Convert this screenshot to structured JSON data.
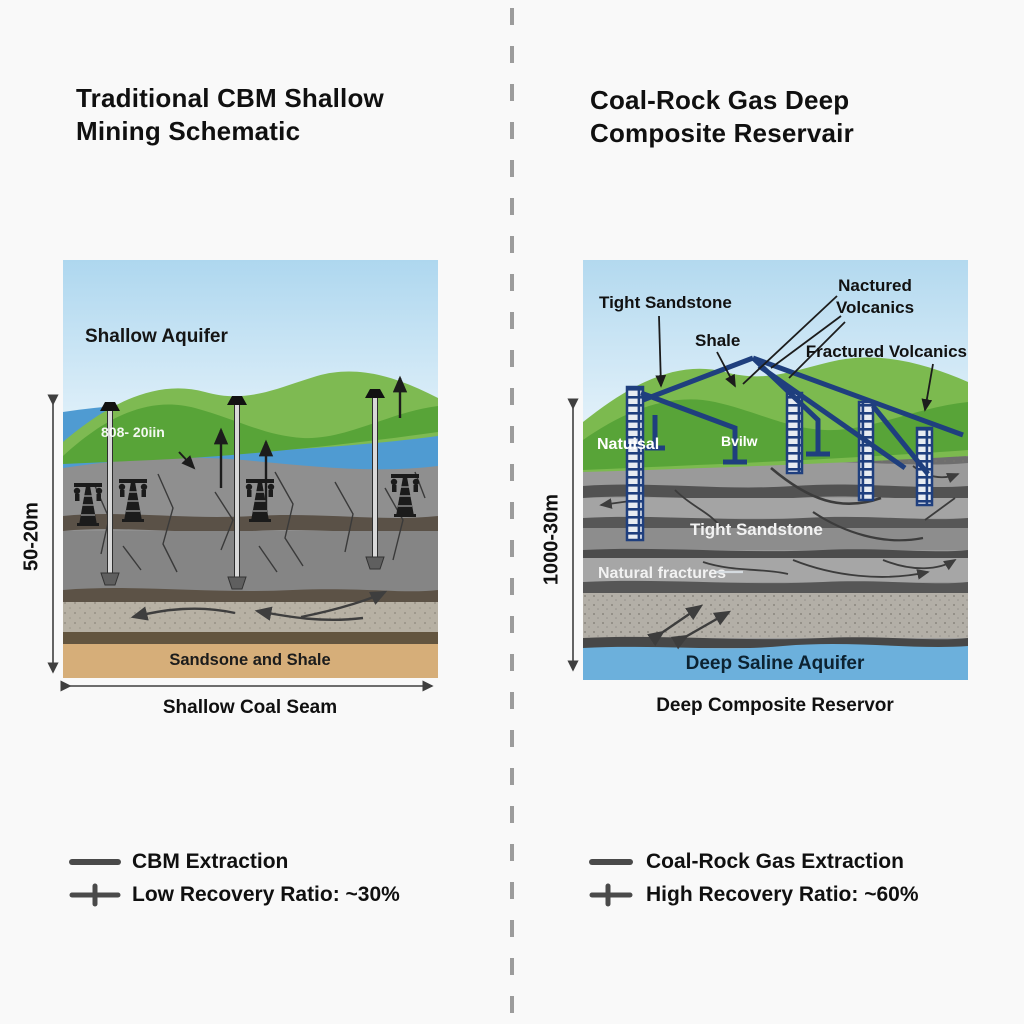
{
  "left": {
    "title": "Traditional CBM Shallow Mining Schematic",
    "axis_depth": "50-20m",
    "caption": "Shallow Coal Seam",
    "panel": {
      "aquifer_label": "Shallow Aquifer",
      "aquifer_depth_text": "808- 20iin",
      "bottom_layer_label": "Sandsone and Shale"
    },
    "legend": {
      "line_label": "CBM Extraction",
      "ratio_label": "Low Recovery Ratio: ~30%"
    }
  },
  "right": {
    "title": "Coal-Rock Gas Deep Composite Reservair",
    "axis_depth": "1000-30m",
    "caption": "Deep Composite Reservor",
    "panel": {
      "tight_sandstone_top": "Tight Sandstone",
      "shale": "Shale",
      "nactured_line1": "Nactured",
      "nactured_line2": "Volcanics",
      "fractured_volcanics": "Fractured Volcanics",
      "natural_garbled": "Natuisal",
      "well_garbled": "Bvilw",
      "tight_sandstone_mid": "Tight Sandstone",
      "natural_fractures": "Natural fractures",
      "deep_saline_aquifer": "Deep Saline Aquifer"
    },
    "legend": {
      "line_label": "Coal-Rock Gas Extraction",
      "ratio_label": "High Recovery Ratio: ~60%"
    }
  },
  "colors": {
    "navy_well": "#1f3f7e",
    "shallow_aquifer_blue": "#4f9bd2",
    "deep_aquifer_blue": "#6cb0dc",
    "hill_green": "#58a438",
    "sandstone_tan": "#d6ae79",
    "legend_marker_gray": "#4a4a4a",
    "divider_gray": "#9c9c9c"
  }
}
